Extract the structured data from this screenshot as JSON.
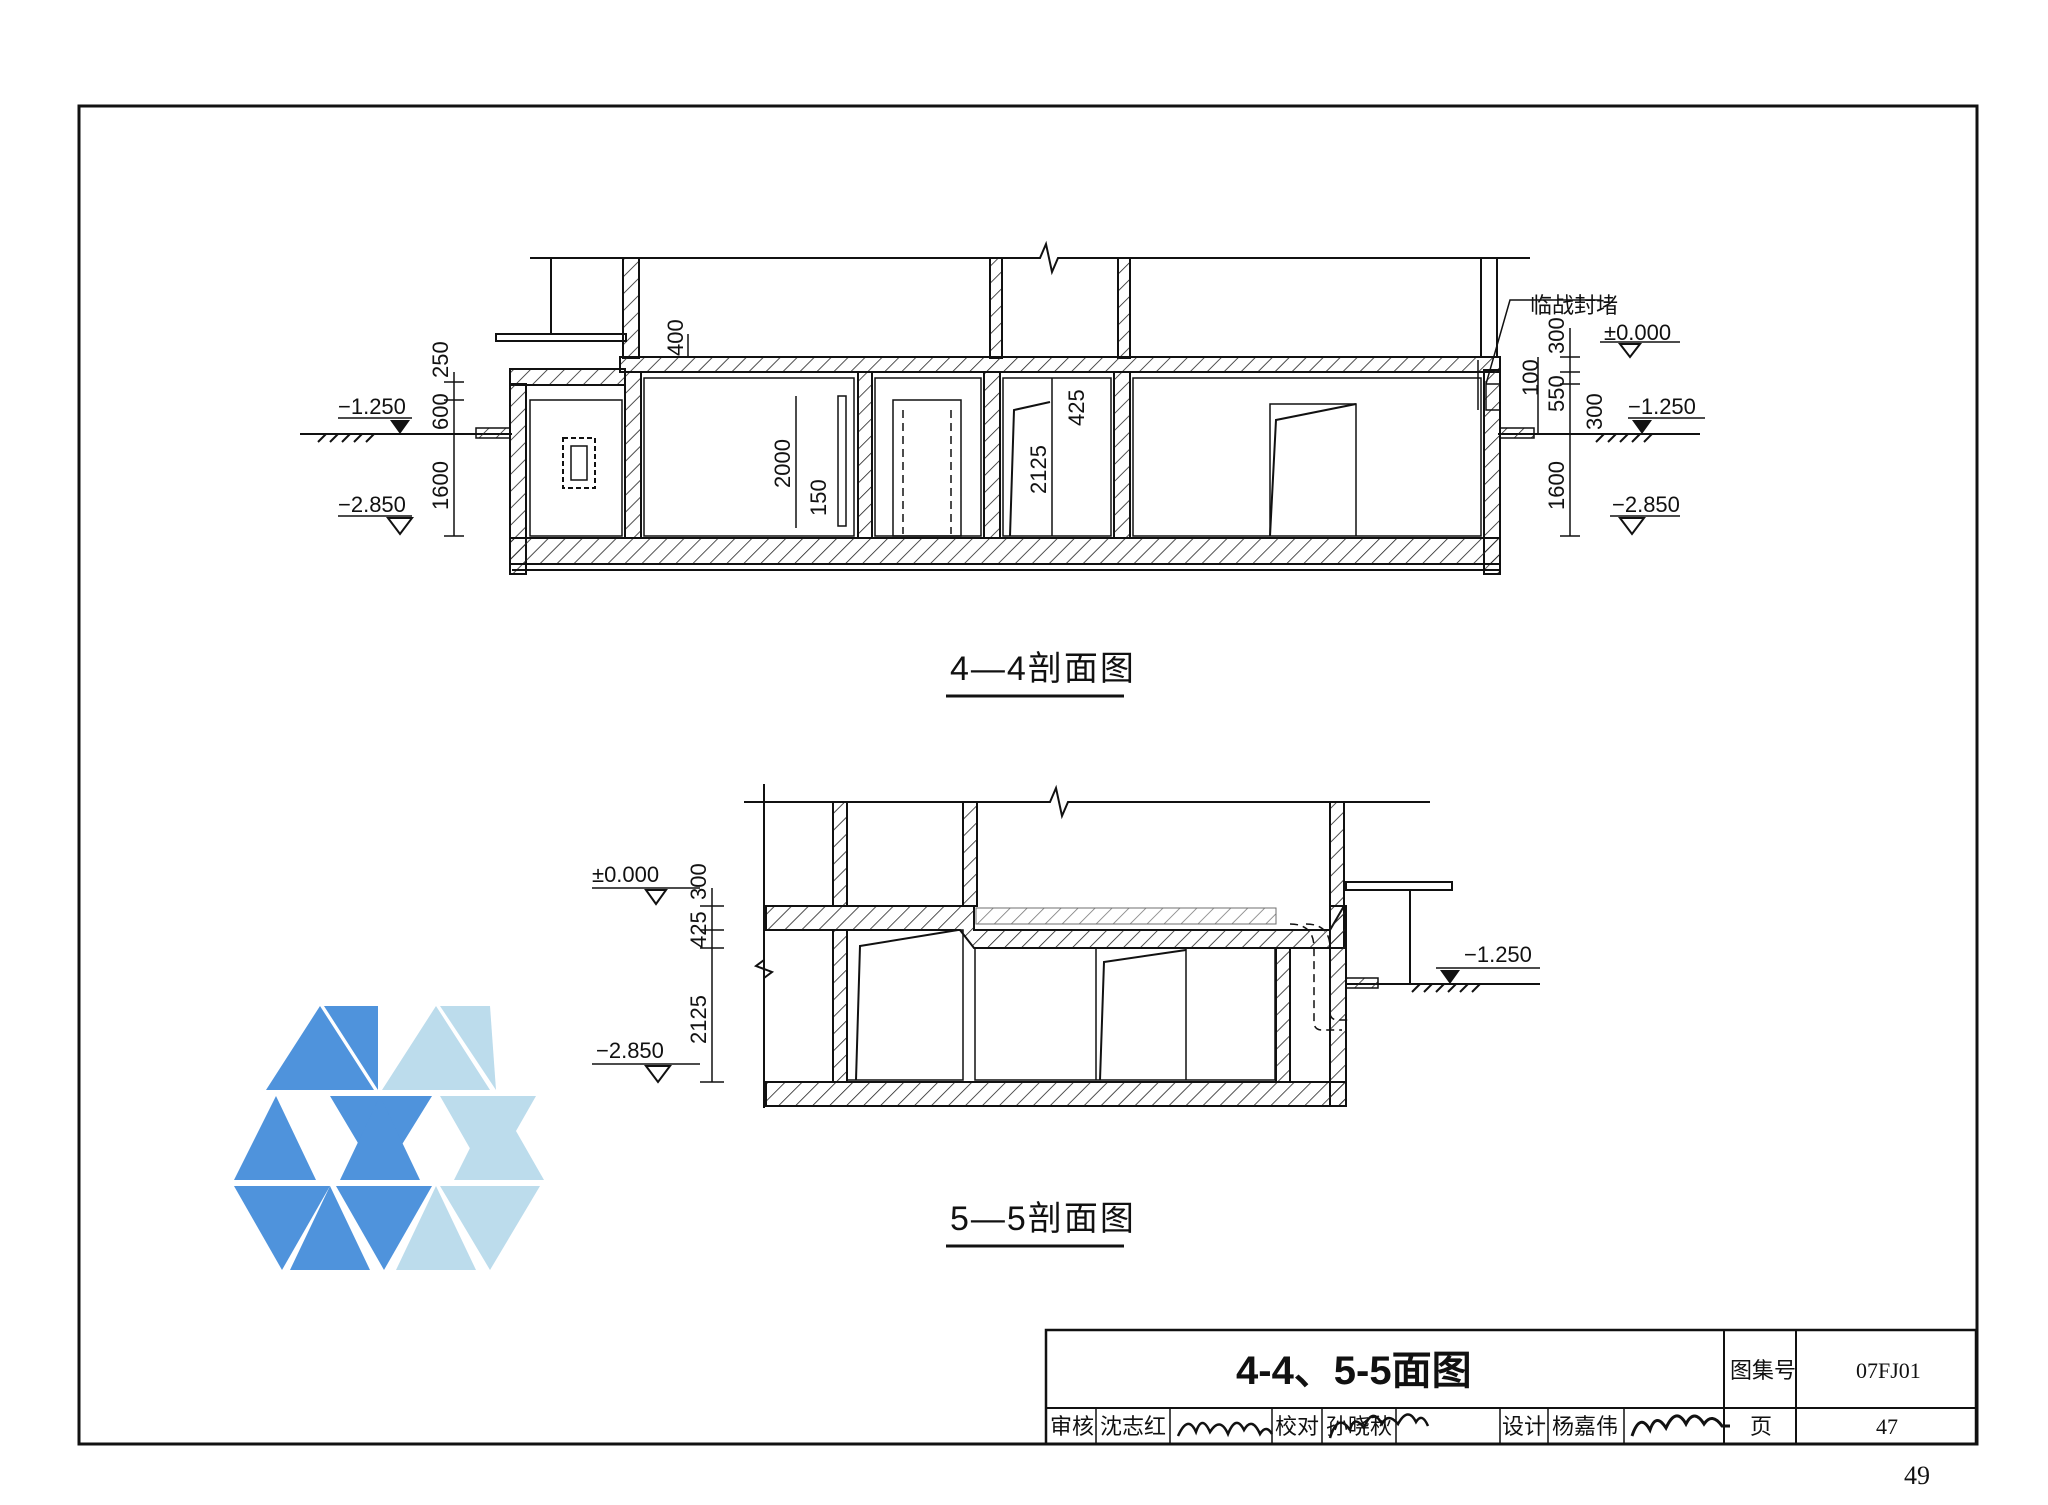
{
  "drawing": {
    "section_4_4": {
      "caption": "4—4剖面图",
      "note": "临战封堵",
      "levels": {
        "zero": "±0.000",
        "ground_left": "−1.250",
        "ground_right": "−1.250",
        "floor_left": "−2.850",
        "floor_right": "−2.850"
      },
      "dims_left": [
        "250",
        "600",
        "1600"
      ],
      "dims_top": [
        "400"
      ],
      "dims_inner": [
        "2000",
        "150",
        "2125",
        "425"
      ],
      "dims_right": [
        "300",
        "100",
        "550",
        "300",
        "1600"
      ]
    },
    "section_5_5": {
      "caption": "5—5剖面图",
      "levels": {
        "zero": "±0.000",
        "ground": "−1.250",
        "floor": "−2.850"
      },
      "dims_left": [
        "300",
        "425",
        "2125"
      ]
    }
  },
  "title_block": {
    "drawing_title": "4-4、5-5面图",
    "atlas_label": "图集号",
    "atlas_no": "07FJ01",
    "page_label": "页",
    "page_no": "47",
    "review_label": "审核",
    "reviewer": "沈志红",
    "check_label": "校对",
    "checker": "孙晓秋",
    "design_label": "设计",
    "designer": "杨嘉伟"
  },
  "page_number": "49",
  "colors": {
    "logo_dark": "#4f93dc",
    "logo_light": "#bcdcec",
    "ink": "#111111"
  }
}
